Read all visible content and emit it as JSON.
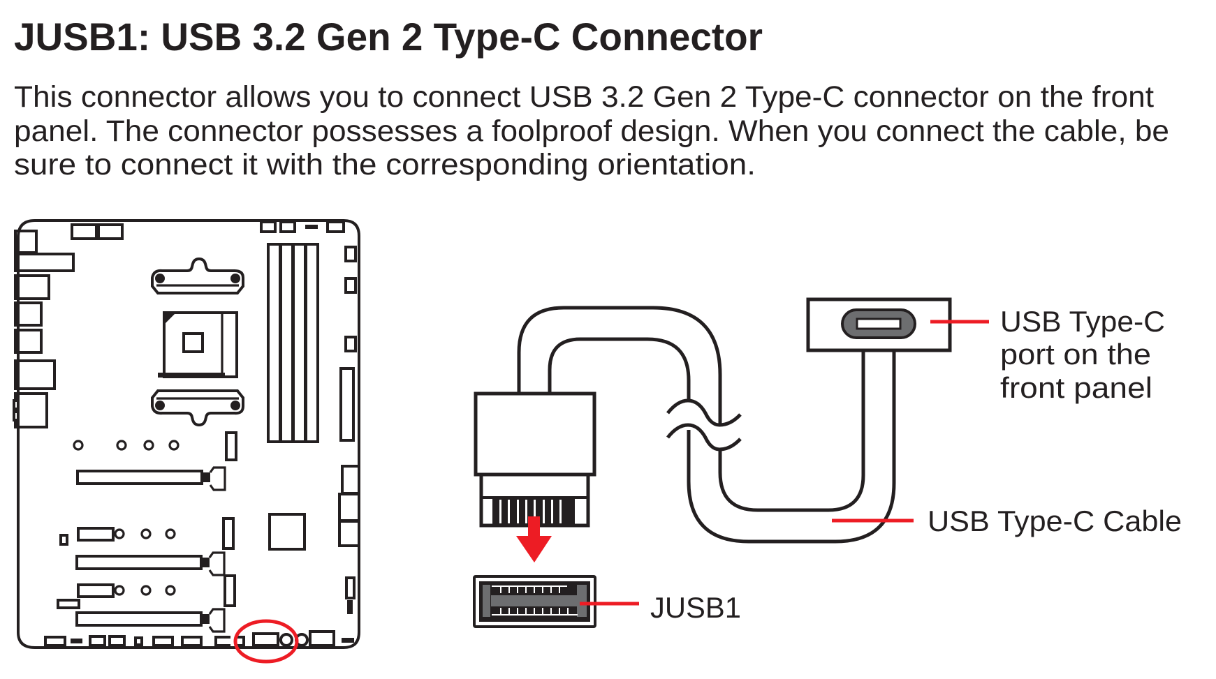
{
  "page": {
    "title": "JUSB1: USB 3.2 Gen 2 Type-C Connector",
    "description_lines": [
      "This connector allows you to connect USB 3.2 Gen 2 Type-C connector on the front",
      "panel. The connector possesses a foolproof design. When you connect the cable, be",
      "sure to connect it with the corresponding orientation."
    ]
  },
  "diagram": {
    "motherboard": {
      "name": "motherboard-layout",
      "highlighted_connector": "JUSB1"
    },
    "labels": {
      "front_port": [
        "USB Type-C",
        "port on the",
        "front panel"
      ],
      "cable": "USB Type-C Cable",
      "header": "JUSB1"
    },
    "icons": {
      "insert_direction": "down-arrow-icon",
      "highlight": "red-ellipse-highlight"
    },
    "colors": {
      "accent": "#ed1c24",
      "ink": "#231f20",
      "port_gray": "#6d6e70"
    }
  }
}
